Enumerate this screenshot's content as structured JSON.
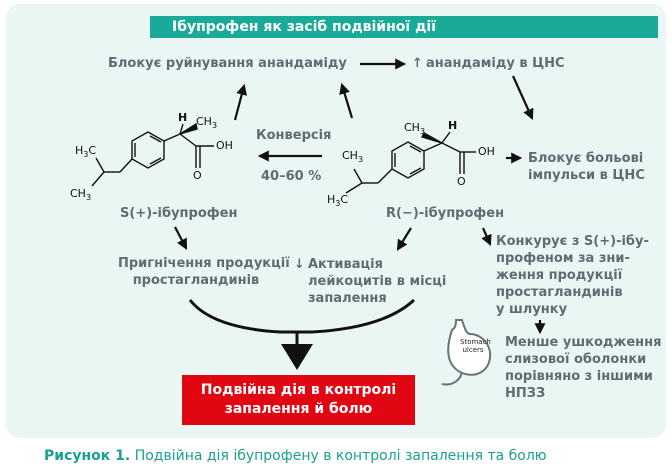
{
  "title": "Ібупрофен як засіб подвійної дії",
  "nodes": {
    "blocks_anandamide": "Блокує руйнування анандаміду",
    "anandamide_cns_arrow": "↑",
    "anandamide_cns": "анандаміду в ЦНС",
    "conversion": "Конверсія",
    "conversion_pct": "40–60 %",
    "blocks_pain_line1": "Блокує больові",
    "blocks_pain_line2": "імпульси в ЦНС",
    "s_ibuprofen": "S(+)-ібупрофен",
    "r_ibuprofen": "R(−)-ібупрофен",
    "pg_inhibition_line1": "Пригнічення продукції",
    "pg_inhibition_line2": "простагландинів",
    "leuko_arrow": "↓",
    "leuko_line1": "Активація",
    "leuko_line2": "лейкоцитів в місці",
    "leuko_line3": "запалення",
    "compete_line1": "Конкурує з S(+)-ібу-",
    "compete_line2": "профеном за зни-",
    "compete_line3": "ження продукції",
    "compete_line4": "простагландинів",
    "compete_line5": "у шлунку",
    "less_damage_line1": "Менше ушкодження",
    "less_damage_line2": "слизової оболонки",
    "less_damage_line3": "порівняно з іншими",
    "less_damage_line4": "НПЗЗ",
    "stomach_line1": "Stomach",
    "stomach_line2": "ulcers",
    "dual_action_line1": "Подвійна дія в контролі",
    "dual_action_line2": "запалення й болю"
  },
  "chem": {
    "h": "H",
    "oh": "OH",
    "o": "O",
    "ch3": "CH",
    "ch3_sub": "3",
    "h3c": "H",
    "h3c_sub": "3",
    "h3c_c": "C"
  },
  "caption": {
    "label": "Рисунок 1.",
    "text": "Подвійна дія ібупрофену в контролі запалення та болю"
  },
  "colors": {
    "accent": "#1aaa98",
    "panel": "#e9f6f4",
    "text": "#5e6d74",
    "alert": "#e00712"
  }
}
